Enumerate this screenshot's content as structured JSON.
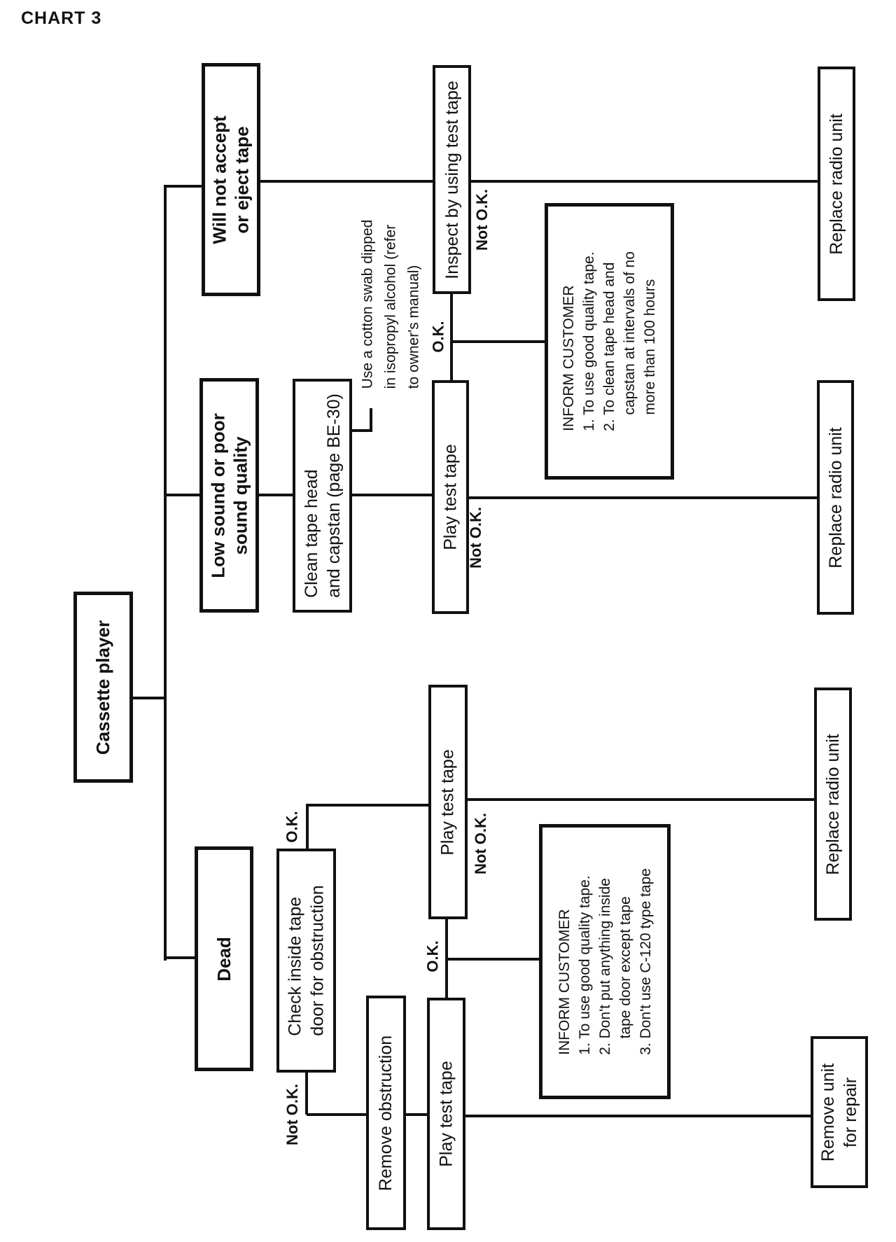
{
  "title": "CHART 3",
  "nodes": {
    "cassette": "Cassette player",
    "will_not_accept": "Will not accept\nor eject tape",
    "low_sound": "Low sound or poor\nsound quality",
    "dead": "Dead",
    "inspect": "Inspect by using test tape",
    "clean_tape": "Clean tape head\nand capstan (page BE-30)",
    "play_test_mid": "Play test tape",
    "inform_customer_1": "INFORM CUSTOMER\n1. To use good quality tape.\n2. To clean tape head and\n    capstan at intervals of no\n    more than 100 hours",
    "replace_radio_top": "Replace radio unit",
    "replace_radio_mid": "Replace radio unit",
    "check_inside": "Check inside tape\ndoor for obstruction",
    "play_test_upper": "Play test tape",
    "inform_customer_2": "INFORM CUSTOMER\n1. To use good quality tape.\n2. Don't put anything inside\n    tape door except tape\n3. Don't use C-120 type tape",
    "replace_radio_bottom": "Replace radio unit",
    "remove_obstruction": "Remove obstruction",
    "play_test_bottom": "Play test tape",
    "remove_unit": "Remove unit\nfor repair",
    "annotation": "Use a cotton swab dipped\nin isopropyl alcohol (refer\nto owner's manual)"
  },
  "labels": {
    "ok": "O.K.",
    "not_ok": "Not O.K."
  }
}
